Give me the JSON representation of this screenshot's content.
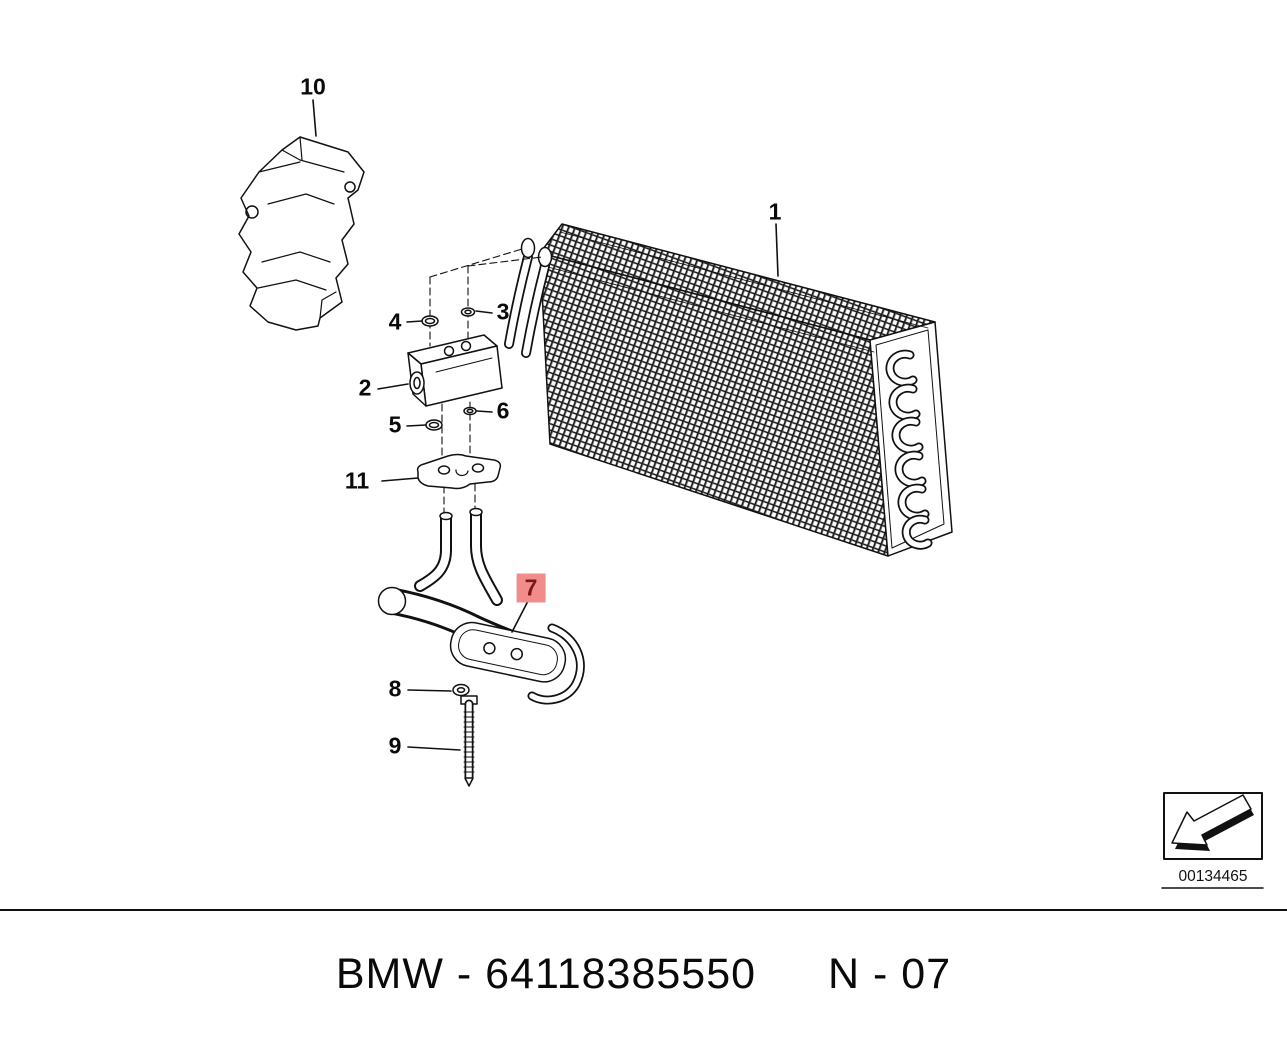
{
  "diagram": {
    "callouts": {
      "c1": "1",
      "c2": "2",
      "c3": "3",
      "c4": "4",
      "c5": "5",
      "c6": "6",
      "c7": "7",
      "c8": "8",
      "c9": "9",
      "c10": "10",
      "c11": "11"
    },
    "highlighted_callout": "7",
    "highlight_color": "#f08c8c",
    "line_color": "#111111",
    "stamp": {
      "image_number": "00134465",
      "arrow_icon": "direction-arrow-down-left"
    }
  },
  "footer": {
    "part_text": "BMW - 64118385550",
    "code_text": "N - 07"
  }
}
